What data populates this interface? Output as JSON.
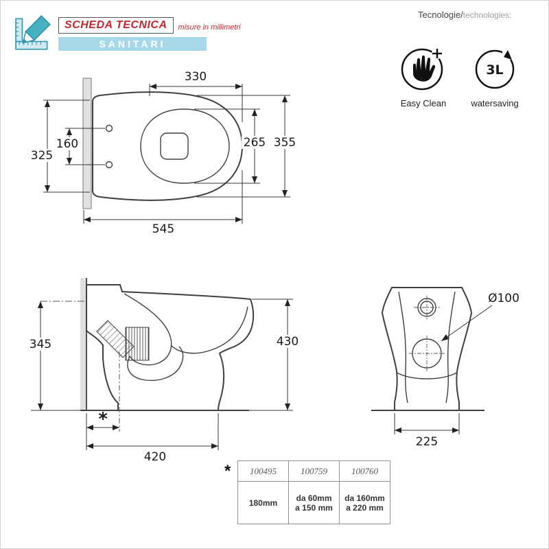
{
  "header": {
    "title": "SCHEDA TECNICA",
    "subtitle": "misure in millimetri",
    "banner": "SANITARI"
  },
  "technologies": {
    "label_it": "Tecnologie/",
    "label_en": "technologies:",
    "items": [
      {
        "label": "Easy Clean"
      },
      {
        "label": "watersaving",
        "badge": "3L"
      }
    ]
  },
  "top_view": {
    "d330": "330",
    "d160": "160",
    "d325": "325",
    "d265": "265",
    "d355": "355",
    "d545": "545"
  },
  "side_view": {
    "d345": "345",
    "d430": "430",
    "d420": "420",
    "star": "*"
  },
  "back_view": {
    "d100": "Ø100",
    "d225": "225"
  },
  "table": {
    "star": "*",
    "columns": [
      "100495",
      "100759",
      "100760"
    ],
    "values": [
      "180mm",
      "da 60mm\na 150 mm",
      "da 160mm\na 220 mm"
    ]
  }
}
